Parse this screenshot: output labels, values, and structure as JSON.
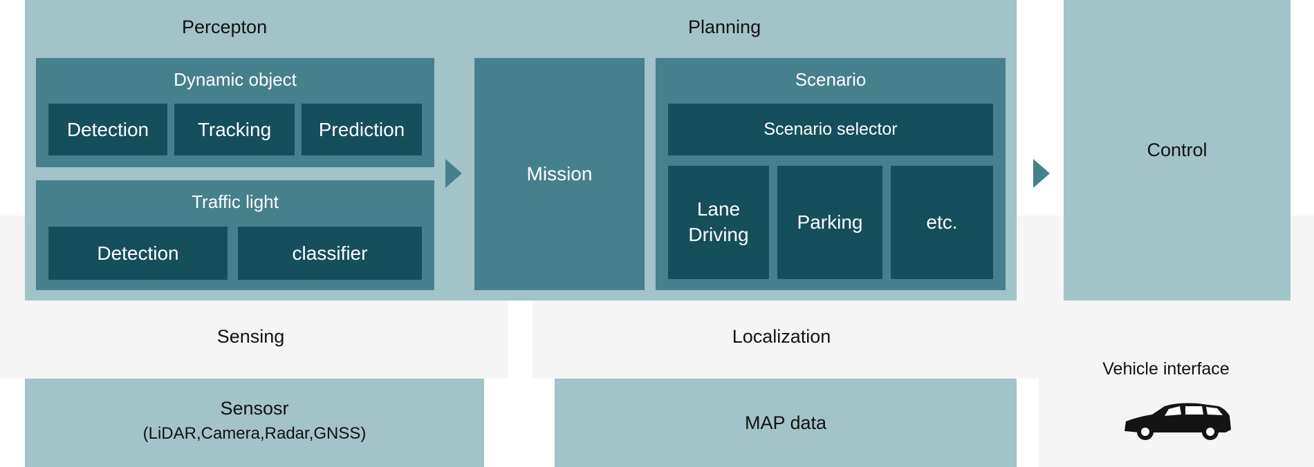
{
  "colors": {
    "light_teal": "#a2c3c8",
    "mid_teal": "#46808c",
    "dark_teal": "#154f5b",
    "gray_band": "#f5f5f5"
  },
  "perception": {
    "title": "Percepton",
    "dynamic_object": {
      "title": "Dynamic object",
      "items": [
        "Detection",
        "Tracking",
        "Prediction"
      ]
    },
    "traffic_light": {
      "title": "Traffic light",
      "items": [
        "Detection",
        "classifier"
      ]
    }
  },
  "planning": {
    "title": "Planning",
    "mission": "Mission",
    "scenario": {
      "title": "Scenario",
      "selector": "Scenario selector",
      "items": [
        "Lane\nDriving",
        "Parking",
        "etc."
      ]
    }
  },
  "control": {
    "title": "Control"
  },
  "sensing": {
    "title": "Sensing",
    "sensors_line1": "Sensosr",
    "sensors_line2": "(LiDAR,Camera,Radar,GNSS)"
  },
  "localization": {
    "title": "Localization",
    "map": "MAP data"
  },
  "vehicle_interface": {
    "title": "Vehicle interface",
    "icon": "car-icon"
  }
}
